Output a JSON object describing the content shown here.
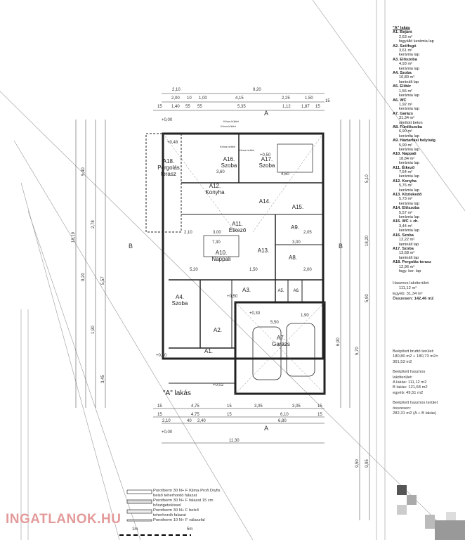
{
  "legend": {
    "title": "\"A\" lakás",
    "rooms": [
      {
        "id": "A1.",
        "name": "Bejáró",
        "area": "2,63 m²",
        "floor": "fagyálló kerámia lap"
      },
      {
        "id": "A2.",
        "name": "Szélfogó",
        "area": "3,61 m²",
        "floor": "kerámia lap"
      },
      {
        "id": "A3.",
        "name": "Előszoba",
        "area": "4,93 m²",
        "floor": "kerámia lap"
      },
      {
        "id": "A4.",
        "name": "Szoba",
        "area": "10,80 m²",
        "floor": "laminált lap"
      },
      {
        "id": "A5.",
        "name": "Előtér",
        "area": "1,56 m²",
        "floor": "kerámia lap"
      },
      {
        "id": "A6.",
        "name": "WC",
        "area": "1,92 m²",
        "floor": "kerámia lap"
      },
      {
        "id": "A7.",
        "name": "Garázs",
        "area": "31,34 m²",
        "floor": "simított beton"
      },
      {
        "id": "A8.",
        "name": "Fürdőszoba",
        "area": "6,90 m²",
        "floor": "kerámia lap"
      },
      {
        "id": "A9.",
        "name": "Háztartási helyiség",
        "area": "5,99 m²",
        "floor": "kerámia lap"
      },
      {
        "id": "A10.",
        "name": "Nappali",
        "area": "18,84 m²",
        "floor": "kerámia lap"
      },
      {
        "id": "A11.",
        "name": "Étkező",
        "area": "7,54 m²",
        "floor": "kerámia lap"
      },
      {
        "id": "A12.",
        "name": "Konyha",
        "area": "5,76 m²",
        "floor": "kerámia lap"
      },
      {
        "id": "A13.",
        "name": "Közlekedő",
        "area": "5,73 m²",
        "floor": "kerámia lap"
      },
      {
        "id": "A14.",
        "name": "Előszoba",
        "area": "5,57 m²",
        "floor": "kerámia lap"
      },
      {
        "id": "A15.",
        "name": "WC + zh.",
        "area": "3,44 m²",
        "floor": "kerámia lap"
      },
      {
        "id": "A16.",
        "name": "Szoba",
        "area": "12,22 m²",
        "floor": "laminált lap"
      },
      {
        "id": "A17.",
        "name": "Szoba",
        "area": "13,68 m²",
        "floor": "laminált lap"
      },
      {
        "id": "A18.",
        "name": "Pergolás terasz",
        "area": "12,96 m²",
        "floor": "fagy. ker. lap"
      }
    ]
  },
  "totals": {
    "l1": "Hasznos lakóterület:",
    "l2": "111,12 m²",
    "l3": "Egyéb: 31,34 m²",
    "l4": "Összesen: 142,46 m2"
  },
  "summary": {
    "brutto_label": "Beépített bruttó terület:",
    "brutto_1": "180,80 m2 + 180,73 m2=",
    "brutto_2": "361,53 m2",
    "hasznos_label1": "Beépített hasznos",
    "hasznos_label2": "lakóterület:",
    "a_lakas": "A lakás: 111,12 m2",
    "b_lakas": "B lakás: 121,68 m2",
    "egyeb": "egyéb: 49,51 m2",
    "ossz_label1": "Beépített hasznos terület",
    "ossz_label2": "összesen:",
    "ossz_value": "282,31 m2 (A + B lakás)"
  },
  "plan": {
    "title": "\"A\" lakás",
    "rooms": [
      {
        "id": "A16.",
        "name": "Szoba"
      },
      {
        "id": "A17.",
        "name": "Szoba"
      },
      {
        "id": "A18.",
        "name": "Pergolás terasz"
      },
      {
        "id": "A12.",
        "name": "Konyha"
      },
      {
        "id": "A14.",
        "name": ""
      },
      {
        "id": "A15.",
        "name": ""
      },
      {
        "id": "A11.",
        "name": "Étkező"
      },
      {
        "id": "A9.",
        "name": ""
      },
      {
        "id": "A10.",
        "name": "Nappali"
      },
      {
        "id": "A13.",
        "name": ""
      },
      {
        "id": "A8.",
        "name": ""
      },
      {
        "id": "A4.",
        "name": "Szoba"
      },
      {
        "id": "A3.",
        "name": ""
      },
      {
        "id": "A2.",
        "name": ""
      },
      {
        "id": "A5.",
        "name": ""
      },
      {
        "id": "A6.",
        "name": ""
      },
      {
        "id": "A7.",
        "name": "Garázs"
      },
      {
        "id": "A1.",
        "name": ""
      }
    ],
    "levels": [
      "+0,00",
      "+0,48",
      "+0,50",
      "+0,50",
      "+0,30",
      "+0,30",
      "+0,02",
      "+0,00"
    ],
    "section_marks": [
      "A",
      "A",
      "B",
      "B"
    ],
    "klima": [
      "Klíma kültéri",
      "Klíma kültéri",
      "Klíma beltéri",
      "Klíma beltéri"
    ],
    "dims_top": [
      [
        "2,10",
        "9,20"
      ],
      [
        "2,00",
        "10",
        "1,00",
        "4,15",
        "2,25",
        "1,50",
        "15"
      ],
      [
        "15",
        "1,40",
        "55",
        "55",
        "5,35",
        "1,12",
        "1,87",
        "15"
      ]
    ],
    "dims_bottom": [
      [
        "15",
        "4,75",
        "15",
        "3,05",
        "3,05",
        "15"
      ],
      [
        "15",
        "4,75",
        "15",
        "6,10",
        "15"
      ],
      [
        "2,10",
        "40",
        "2,40",
        "6,80"
      ],
      [
        "11,30"
      ]
    ],
    "dims_left": [
      "18,19",
      "9,20",
      "5,40",
      "5,57",
      "3,45",
      "2,78",
      "1,90"
    ],
    "dims_right": [
      "18,20",
      "9,95",
      "9,50",
      "6,90",
      "5,10",
      "5,90",
      "5,70"
    ],
    "inner_dims": [
      "3,60",
      "4,60",
      "7,30",
      "3,00",
      "5,20",
      "1,50",
      "2,10",
      "3,00",
      "2,05",
      "2,00",
      "5,50",
      "1,90"
    ]
  },
  "materials": [
    {
      "l1": "Porotherm 30 N+ F Klima Profi Dryfix",
      "l2": "belső teherhordó falazat"
    },
    {
      "l1": "Porotherm 30 N+ F falazat 15 cm",
      "l2": "hőszigeteléssel"
    },
    {
      "l1": "Porotherm 30 N+ F belső",
      "l2": "teherhordó falazat"
    },
    {
      "l1": "Porotherm 10 N+ F válaszfal",
      "l2": ""
    }
  ],
  "scale": {
    "one": "1m",
    "five": "5m"
  },
  "watermark": "INGATLANOK.HU"
}
